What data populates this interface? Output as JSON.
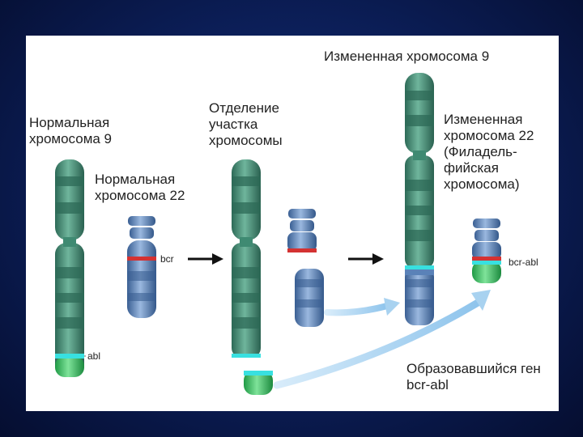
{
  "labels": {
    "normal_chr9": "Нормальная хромосома 9",
    "normal_chr22": "Нормальная хромосома 22",
    "separation": "Отделение участка хромосомы",
    "altered_chr9": "Измененная хромосома 9",
    "altered_chr22": "Измененная хромосома 22 (Филадель-фийская хромосома)",
    "new_gene": "Образовавшийся ген bcr-abl"
  },
  "gene_labels": {
    "bcr": "bcr",
    "abl": "abl",
    "bcr_abl": "bcr-abl"
  },
  "colors": {
    "chr9_body": "#3f8a72",
    "chr9_band": "#2d6a57",
    "chr22_body": "#5a82b8",
    "chr22_band": "#3a5f93",
    "abl_segment": "#2dba5c",
    "abl_marker": "#38e0e0",
    "bcr_marker": "#d43232",
    "arrow_light": "#a8d2f0"
  }
}
